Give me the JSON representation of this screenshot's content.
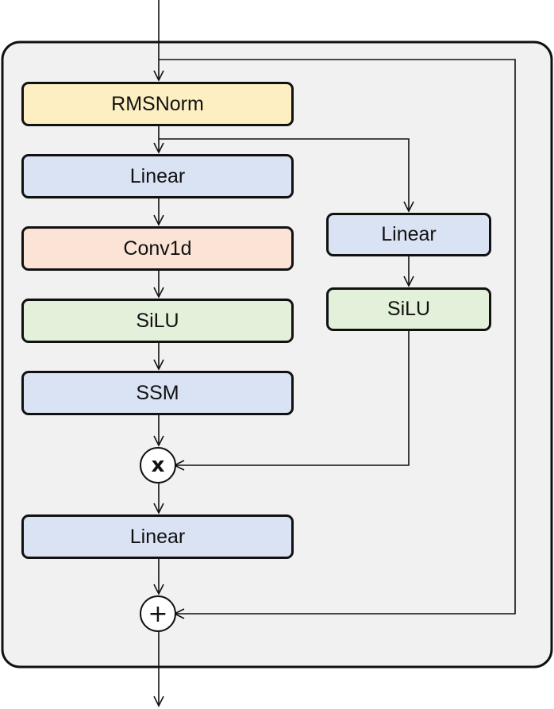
{
  "colors": {
    "block_bg": "#f1f1f1",
    "norm": "#fdefc2",
    "linear": "#dae3f4",
    "conv": "#fbe4d6",
    "activation": "#e3f0da",
    "stroke": "#111111"
  },
  "blocks": {
    "rmsnorm": {
      "label": "RMSNorm",
      "color": "#fdefc2"
    },
    "linear_in": {
      "label": "Linear",
      "color": "#dae3f4"
    },
    "conv1d": {
      "label": "Conv1d",
      "color": "#fbe4d6"
    },
    "silu_main": {
      "label": "SiLU",
      "color": "#e3f0da"
    },
    "ssm": {
      "label": "SSM",
      "color": "#dae3f4"
    },
    "linear_gate": {
      "label": "Linear",
      "color": "#dae3f4"
    },
    "silu_gate": {
      "label": "SiLU",
      "color": "#e3f0da"
    },
    "linear_out": {
      "label": "Linear",
      "color": "#dae3f4"
    }
  },
  "operators": {
    "multiply": "x",
    "add": "+"
  }
}
